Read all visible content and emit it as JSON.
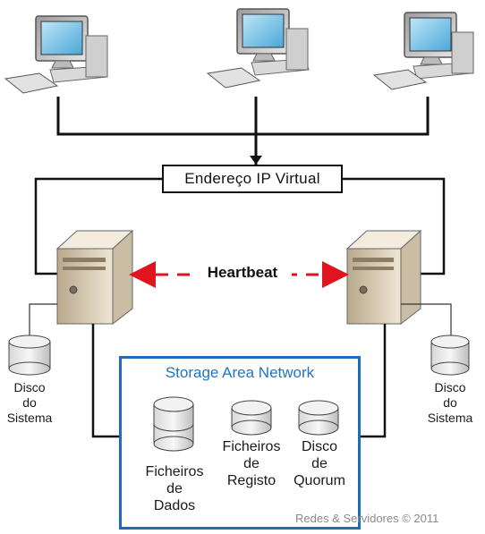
{
  "virtual_ip": {
    "label": "Endereço IP Virtual"
  },
  "heartbeat": {
    "label": "Heartbeat"
  },
  "san": {
    "title": "Storage Area Network"
  },
  "disks": {
    "left_system": [
      "Disco",
      "do",
      "Sistema"
    ],
    "right_system": [
      "Disco",
      "do",
      "Sistema"
    ],
    "data_files": [
      "Ficheiros",
      "de",
      "Dados"
    ],
    "log_files": [
      "Ficheiros",
      "de",
      "Registo"
    ],
    "quorum": [
      "Disco",
      "de",
      "Quorum"
    ]
  },
  "credit": "Redes & Servidores © 2011",
  "colors": {
    "line": "#111111",
    "arrow": "#e0141e",
    "san_border": "#1f6bb5",
    "san_title": "#1f74c0"
  }
}
